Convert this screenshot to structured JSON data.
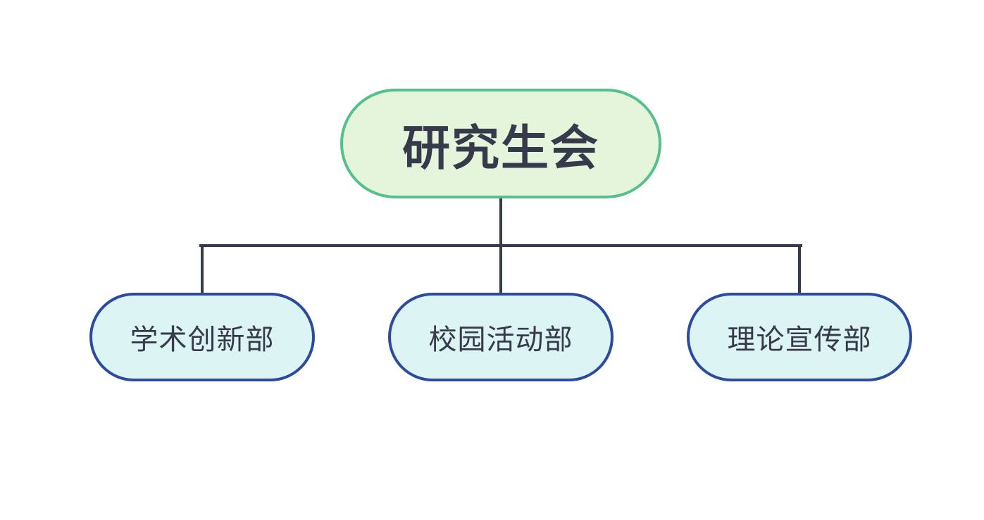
{
  "diagram": {
    "root": {
      "label": "研究生会"
    },
    "children": [
      {
        "label": "学术创新部"
      },
      {
        "label": "校园活动部"
      },
      {
        "label": "理论宣传部"
      }
    ]
  },
  "colors": {
    "root_fill": "#e4f5dc",
    "root_border": "#57c08a",
    "child_fill": "#dcf4f4",
    "child_border": "#2c4a9e",
    "connector": "#373a4a",
    "text": "#373a4a"
  }
}
